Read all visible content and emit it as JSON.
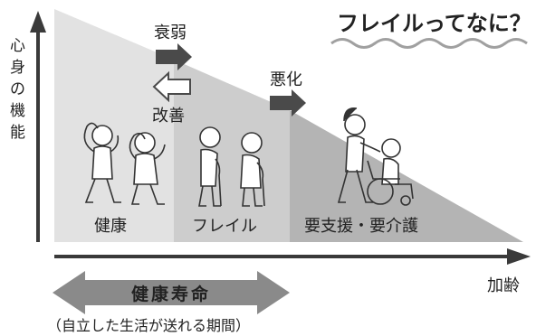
{
  "title": "フレイルってなに？",
  "y_axis_label": [
    "心",
    "身",
    "の",
    "機",
    "能"
  ],
  "x_axis_label": "加齢",
  "arrows": {
    "decline": "衰弱",
    "improve": "改善",
    "worsen": "悪化"
  },
  "stages": [
    "健康",
    "フレイル",
    "要支援・要介護"
  ],
  "healthy_life": {
    "label": "健康寿命",
    "note": "（自立した生活が送れる期間）"
  },
  "colors": {
    "triangle_light": "#e2e2e2",
    "triangle_mid": "#cdcdcd",
    "triangle_dark": "#b4b4b4",
    "arrow_dark": "#4a4a4a",
    "axis": "#3a3a3a",
    "wave": "#a0a0a0",
    "banner": "#8a8a8a"
  },
  "icons": [
    "exercising-elderly-couple-icon",
    "frail-elderly-couple-with-canes-icon",
    "caregiver-with-wheelchair-icon"
  ]
}
